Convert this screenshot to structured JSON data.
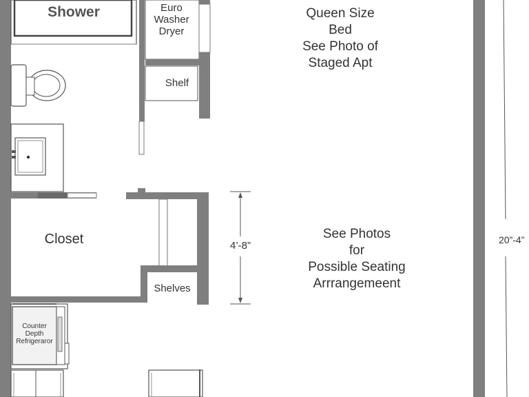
{
  "plan": {
    "rooms": {
      "shower": "Shower",
      "euro_washer_dryer": [
        "Euro",
        "Washer",
        "Dryer"
      ],
      "shelf": "Shelf",
      "closet": "Closet",
      "shelves": "Shelves",
      "refrigerator": [
        "Counter",
        "Depth",
        "Refrigeraror"
      ]
    },
    "notes": {
      "bed": [
        "Queen Size",
        "Bed",
        "See Photo of",
        "Staged Apt"
      ],
      "seating": [
        "See Photos",
        "for",
        "Possible Seating",
        "Arrrangemeent"
      ]
    },
    "dimensions": {
      "closet_height": "4’-8”",
      "room_length": "20”-4”"
    }
  },
  "colors": {
    "wall": "#7f7f7f",
    "fixture_stroke": "#555555",
    "text": "#333333",
    "appliance_fill": "#f2f2f2"
  }
}
